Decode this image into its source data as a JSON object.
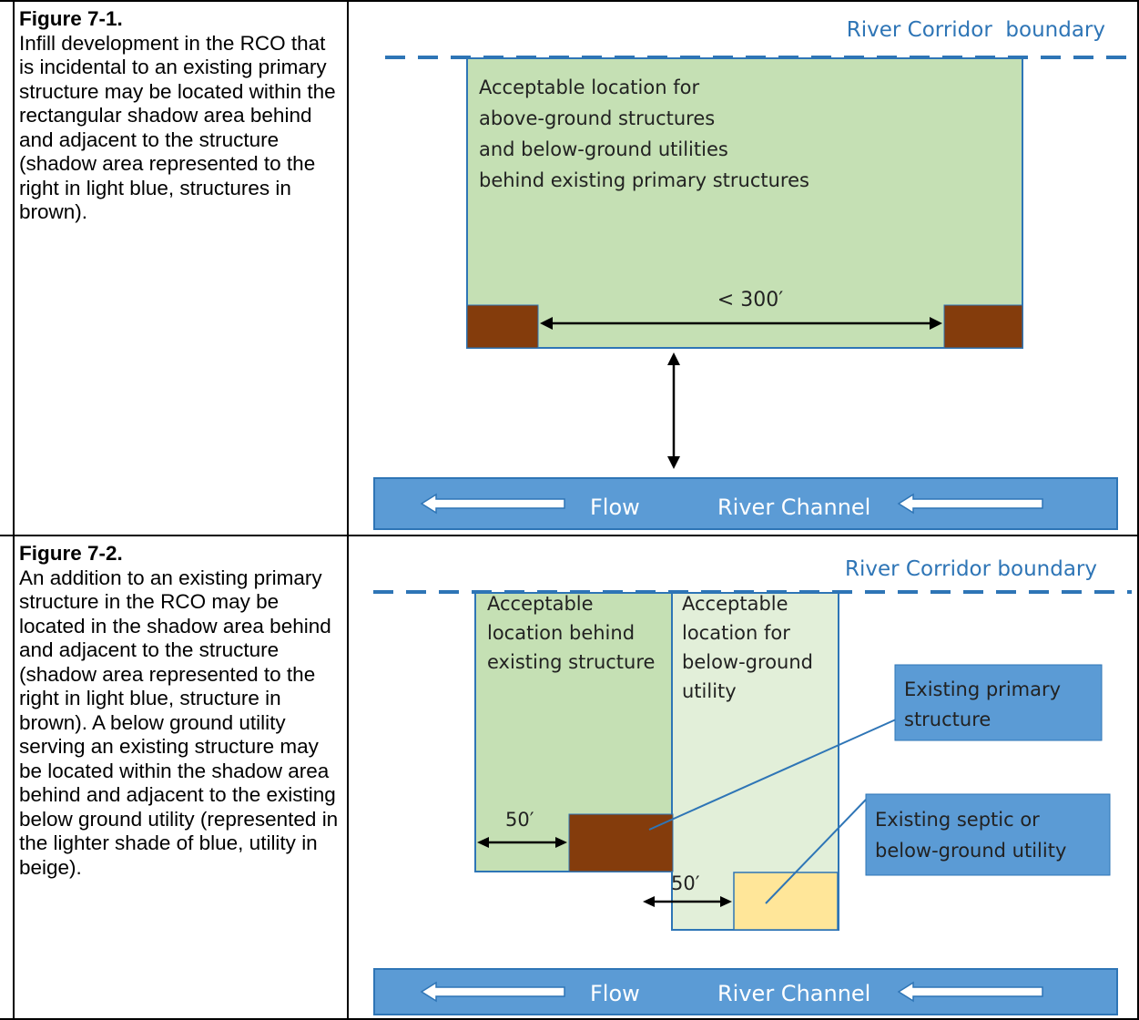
{
  "figure1": {
    "title": "Figure 7-1.",
    "description": "Infill development in the RCO that is incidental to an existing primary structure may be located within the rectangular shadow area behind and adjacent to the structure (shadow area represented to the right in light blue, structures in brown).",
    "diagram": {
      "boundary_label": "River Corridor  boundary",
      "acceptable_label_lines": [
        "Acceptable location for",
        "above-ground structures",
        "and below-ground utilities",
        "behind existing primary structures"
      ],
      "distance_label": "< 300′",
      "flow_label": "Flow",
      "channel_label": "River Channel"
    }
  },
  "figure2": {
    "title": "Figure 7-2.",
    "description": "An addition to an existing primary structure in the RCO may be located in the shadow area behind and adjacent to the structure (shadow area represented to the right in light blue, structure in brown). A below ground utility serving an existing structure may be located within the shadow area behind and adjacent to the existing below ground utility (represented in the lighter shade of blue, utility in beige).",
    "diagram": {
      "boundary_label": "River Corridor boundary",
      "left_area_label_lines": [
        "Acceptable",
        "location behind",
        "existing structure"
      ],
      "right_area_label_lines": [
        "Acceptable",
        "location for",
        "below-ground",
        "utility"
      ],
      "callout_structure_lines": [
        "Existing primary",
        "structure"
      ],
      "callout_utility_lines": [
        "Existing septic or",
        "below-ground utility"
      ],
      "dim_label_1": "50′",
      "dim_label_2": "50′",
      "flow_label": "Flow",
      "channel_label": "River Channel"
    }
  },
  "colors": {
    "green_area": "#c5e0b4",
    "light_green_area": "#e2efd9",
    "structure_brown": "#843c0c",
    "utility_beige": "#ffe699",
    "river_blue": "#5b9bd5",
    "boundary_blue": "#2e75b6"
  }
}
